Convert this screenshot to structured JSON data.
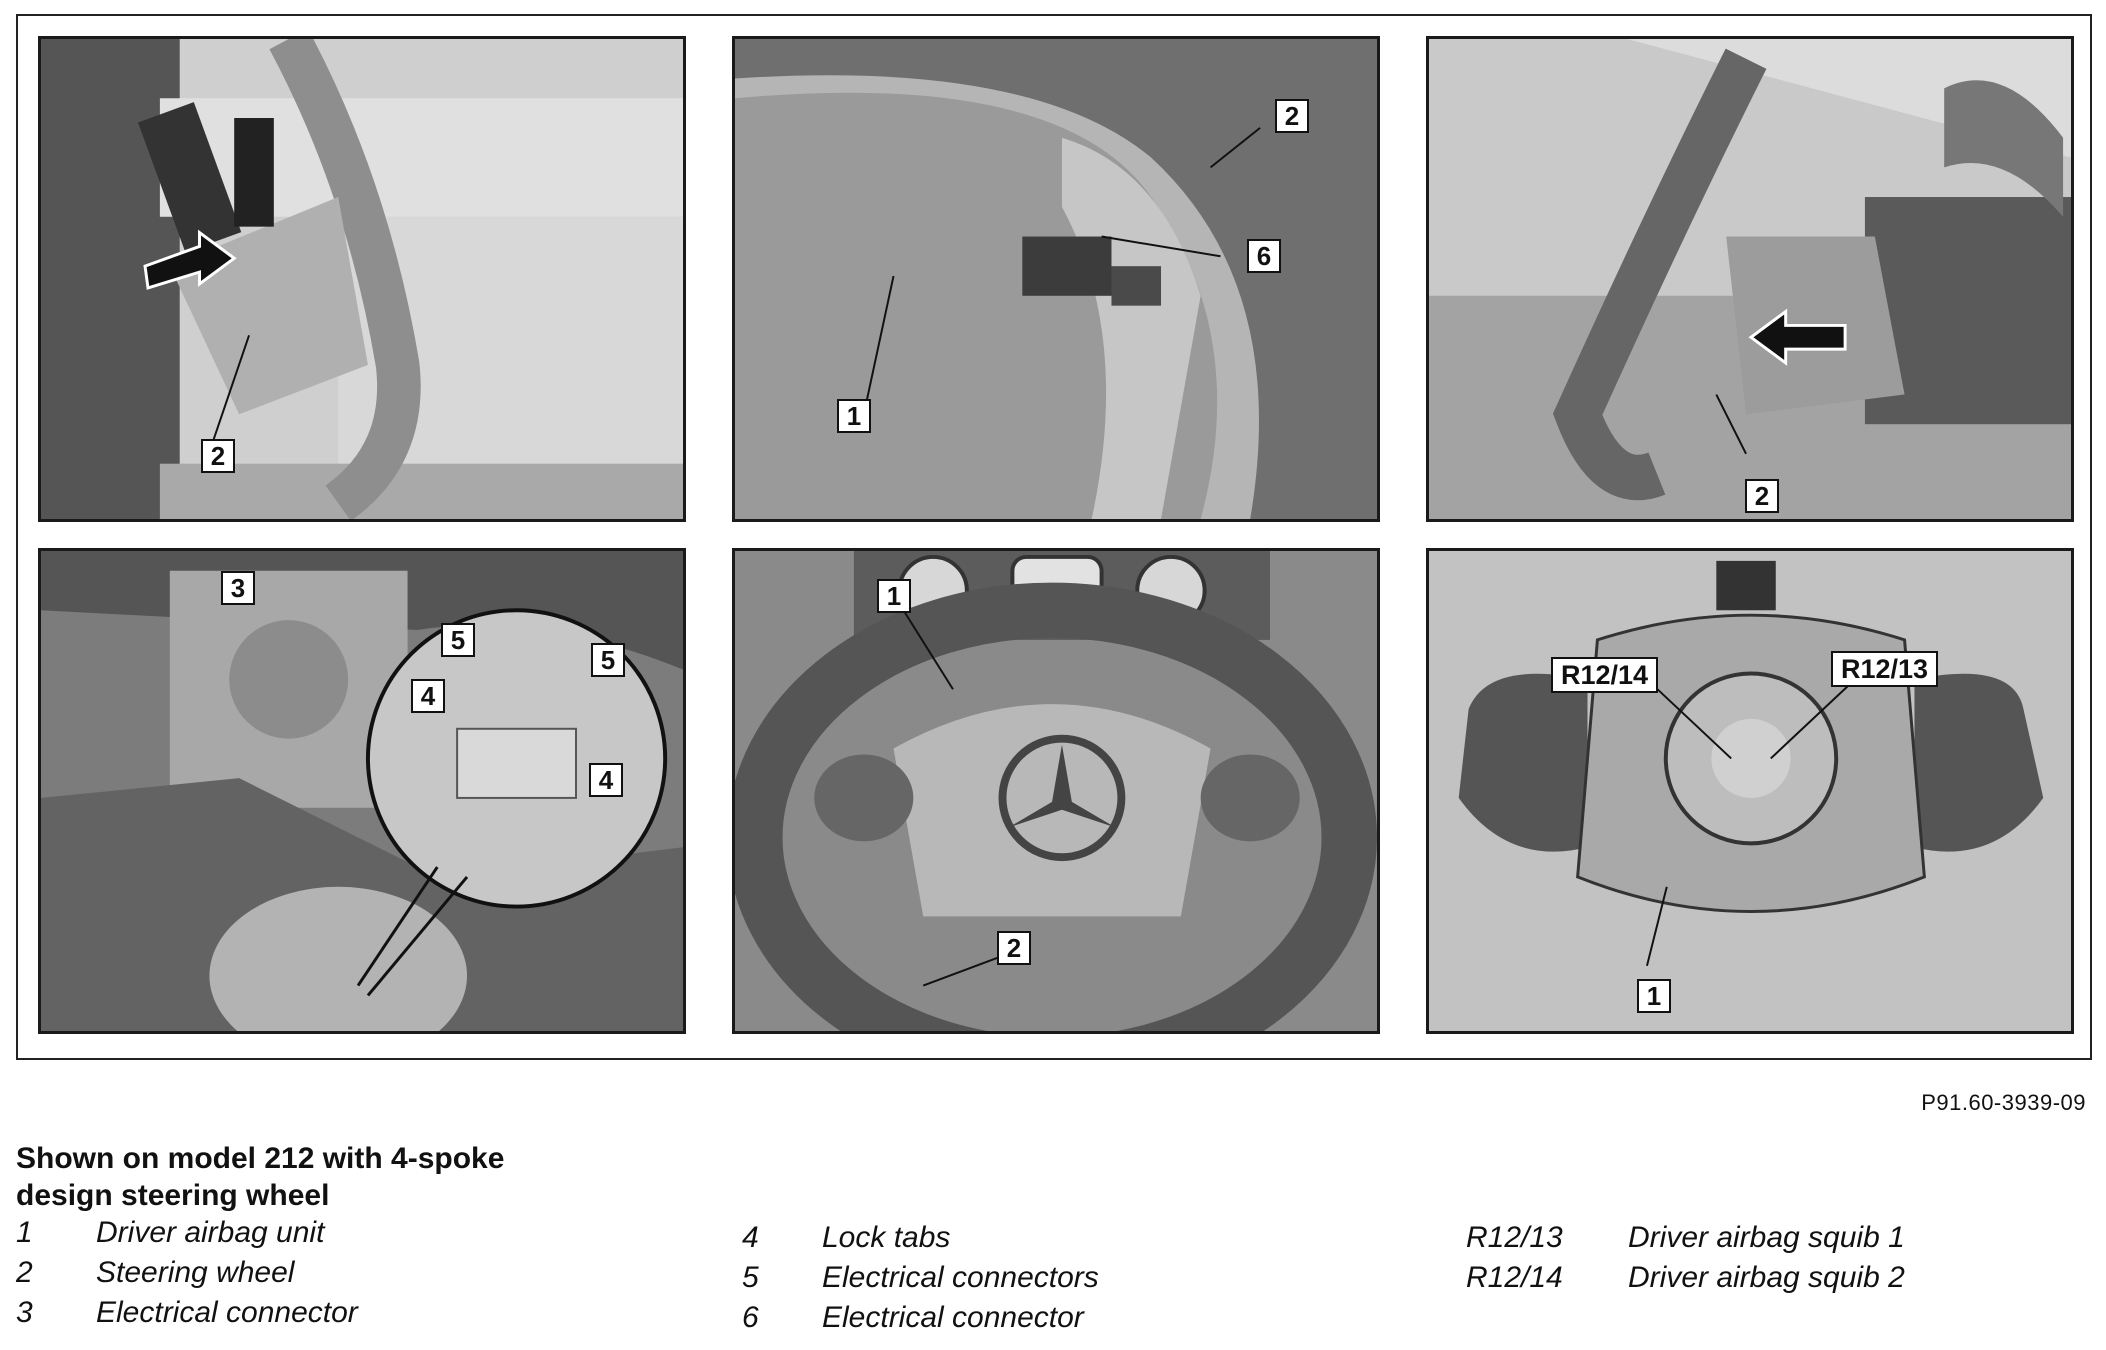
{
  "figure_code": "P91.60-3939-09",
  "panels": {
    "p1": {
      "callouts": [
        "2"
      ]
    },
    "p2": {
      "callouts": [
        "2",
        "6",
        "1"
      ]
    },
    "p3": {
      "callouts": [
        "2"
      ]
    },
    "p4": {
      "callouts": [
        "3",
        "5",
        "5",
        "4",
        "4"
      ]
    },
    "p5": {
      "callouts": [
        "1",
        "2"
      ]
    },
    "p6": {
      "callouts": [
        "R12/14",
        "R12/13",
        "1"
      ]
    }
  },
  "legend": {
    "title": "Shown on model 212 with 4-spoke design steering wheel",
    "col1": [
      {
        "key": "1",
        "text": "Driver airbag unit"
      },
      {
        "key": "2",
        "text": "Steering wheel"
      },
      {
        "key": "3",
        "text": "Electrical connector"
      }
    ],
    "col2": [
      {
        "key": "4",
        "text": "Lock tabs"
      },
      {
        "key": "5",
        "text": "Electrical connectors"
      },
      {
        "key": "6",
        "text": "Electrical connector"
      }
    ],
    "col3": [
      {
        "key": "R12/13",
        "text": "Driver airbag squib 1"
      },
      {
        "key": "R12/14",
        "text": "Driver airbag squib 2"
      }
    ]
  }
}
